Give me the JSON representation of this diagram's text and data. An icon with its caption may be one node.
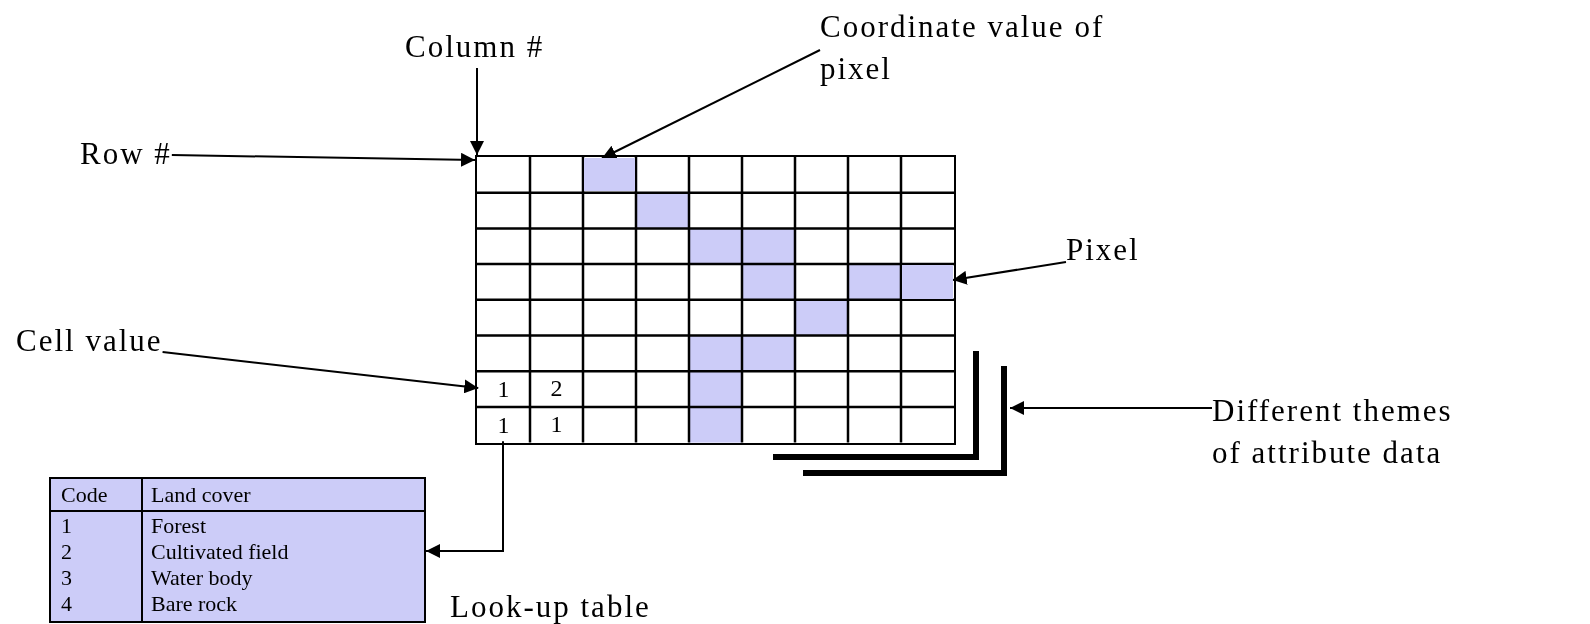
{
  "diagram": {
    "nodes": [
      {
        "text": [
          "Column #"
        ]
      },
      {
        "text": [
          "Row #"
        ]
      },
      {
        "text": [
          "Coordinate value of pixel"
        ]
      },
      {
        "text": [
          "Pixel"
        ]
      },
      {
        "text": [
          "Cell value"
        ]
      },
      {
        "text": [
          "Different themes of attribute data"
        ]
      },
      {
        "text": [],
        "shape": "box"
      },
      {
        "text": [],
        "shape": "box",
        "in": 6
      },
      {
        "text": [],
        "shape": "box",
        "in": 6
      },
      {
        "text": [
          "1"
        ],
        "in": 6
      },
      {
        "text": [
          "1"
        ],
        "in": 6
      },
      {
        "text": [],
        "shape": "box",
        "beside": [
          "Look-up table"
        ]
      },
      {
        "text": [],
        "shape": "picture"
      }
    ],
    "edges": [
      {
        "from": 0,
        "to": 6,
        "arrow": "to"
      },
      {
        "from": 1,
        "to": 6,
        "arrow": "to"
      },
      {
        "from": 2,
        "to": 7,
        "arrow": "to"
      },
      {
        "from": 3,
        "to": 8,
        "arrow": "to"
      },
      {
        "from": 4,
        "to": 9,
        "arrow": "to"
      },
      {
        "from": 5,
        "to": 12,
        "arrow": "to"
      },
      {
        "from": 10,
        "to": 11,
        "arrow": "to"
      }
    ],
    "labels": [
      "2",
      "1",
      "Code",
      "Land cover",
      "1",
      "Forest",
      "2",
      "Cultivated field",
      "3",
      "Water body",
      "4",
      "Bare rock"
    ]
  }
}
